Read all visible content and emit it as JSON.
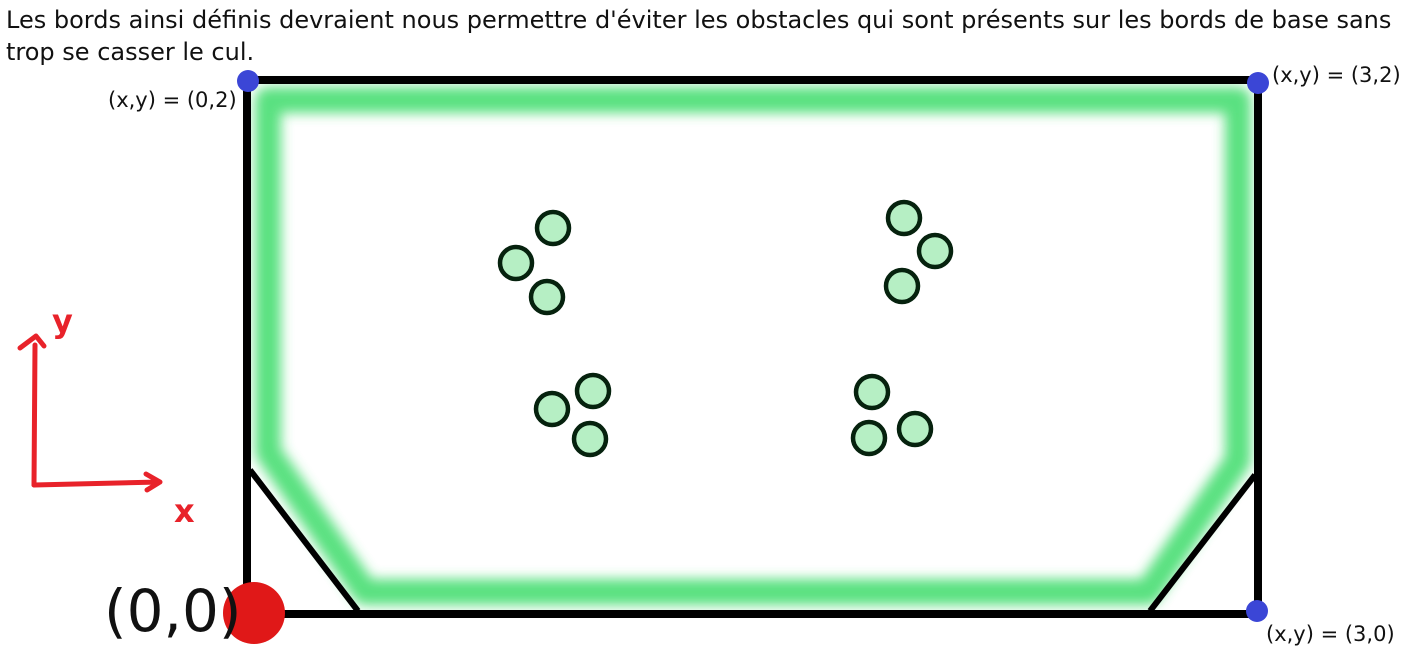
{
  "caption": "Les bords ainsi définis devraient nous permettre d'éviter les obstacles qui sont présents sur les bords de base sans trop se casser le cul.",
  "corners": {
    "top_left": "(x,y) = (0,2)",
    "top_right": "(x,y) = (3,2)",
    "bottom_right": "(x,y) = (3,0)",
    "bottom_left": "(0,0)"
  },
  "axes": {
    "x_label": "x",
    "y_label": "y"
  },
  "colors": {
    "border": "#000000",
    "zone": "#3ddc6a",
    "corner_marker": "#3b46d6",
    "origin_marker": "#e01818",
    "axes": "#e8222a",
    "obstacle_fill": "#b6efc4",
    "obstacle_stroke": "#06220e"
  },
  "obstacle_count": 12
}
